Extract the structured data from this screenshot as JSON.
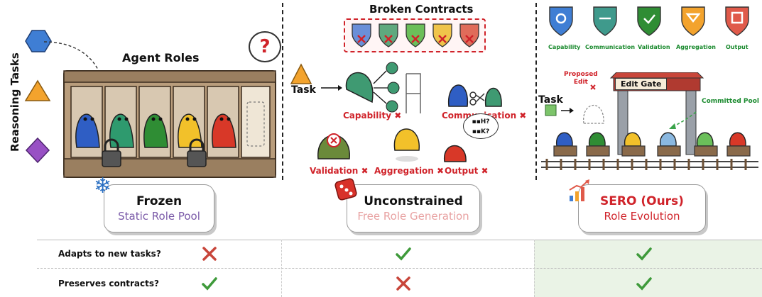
{
  "left_panel": {
    "side_label": "Reasoning Tasks",
    "title": "Agent Roles",
    "question_mark": "?"
  },
  "middle_panel": {
    "title": "Broken Contracts",
    "task_label": "Task",
    "failures": {
      "capability": "Capability",
      "communication": "Communication",
      "validation": "Validation",
      "aggregation": "Aggregation",
      "output": "Output"
    },
    "speech_glyphs": "▪▪H?\n▪▪K?"
  },
  "right_panel": {
    "task_label": "Task",
    "contracts": [
      "Capability",
      "Communication",
      "Validation",
      "Aggregation",
      "Output"
    ],
    "proposed_edit": "Proposed\nEdit",
    "gate_label": "Edit Gate",
    "committed_pool": "Committed Pool"
  },
  "approaches": [
    {
      "name": "Frozen",
      "subtitle": "Static Role Pool",
      "name_color": "#111111",
      "subtitle_color": "#7a5aa8"
    },
    {
      "name": "Unconstrained",
      "subtitle": "Free Role Generation",
      "name_color": "#111111",
      "subtitle_color": "#e8a2a2"
    },
    {
      "name": "SERO (Ours)",
      "subtitle": "Role Evolution",
      "name_color": "#d0232a",
      "subtitle_color": "#d0232a"
    }
  ],
  "table": {
    "rows": [
      {
        "label": "Adapts to new tasks?",
        "marks": [
          "cross",
          "check",
          "check"
        ]
      },
      {
        "label": "Preserves contracts?",
        "marks": [
          "check",
          "cross",
          "check"
        ]
      }
    ]
  },
  "colors": {
    "check": "#3e9a3a",
    "cross": "#c8453a",
    "highlight": "#eaf3e6",
    "divider": "#222222"
  }
}
